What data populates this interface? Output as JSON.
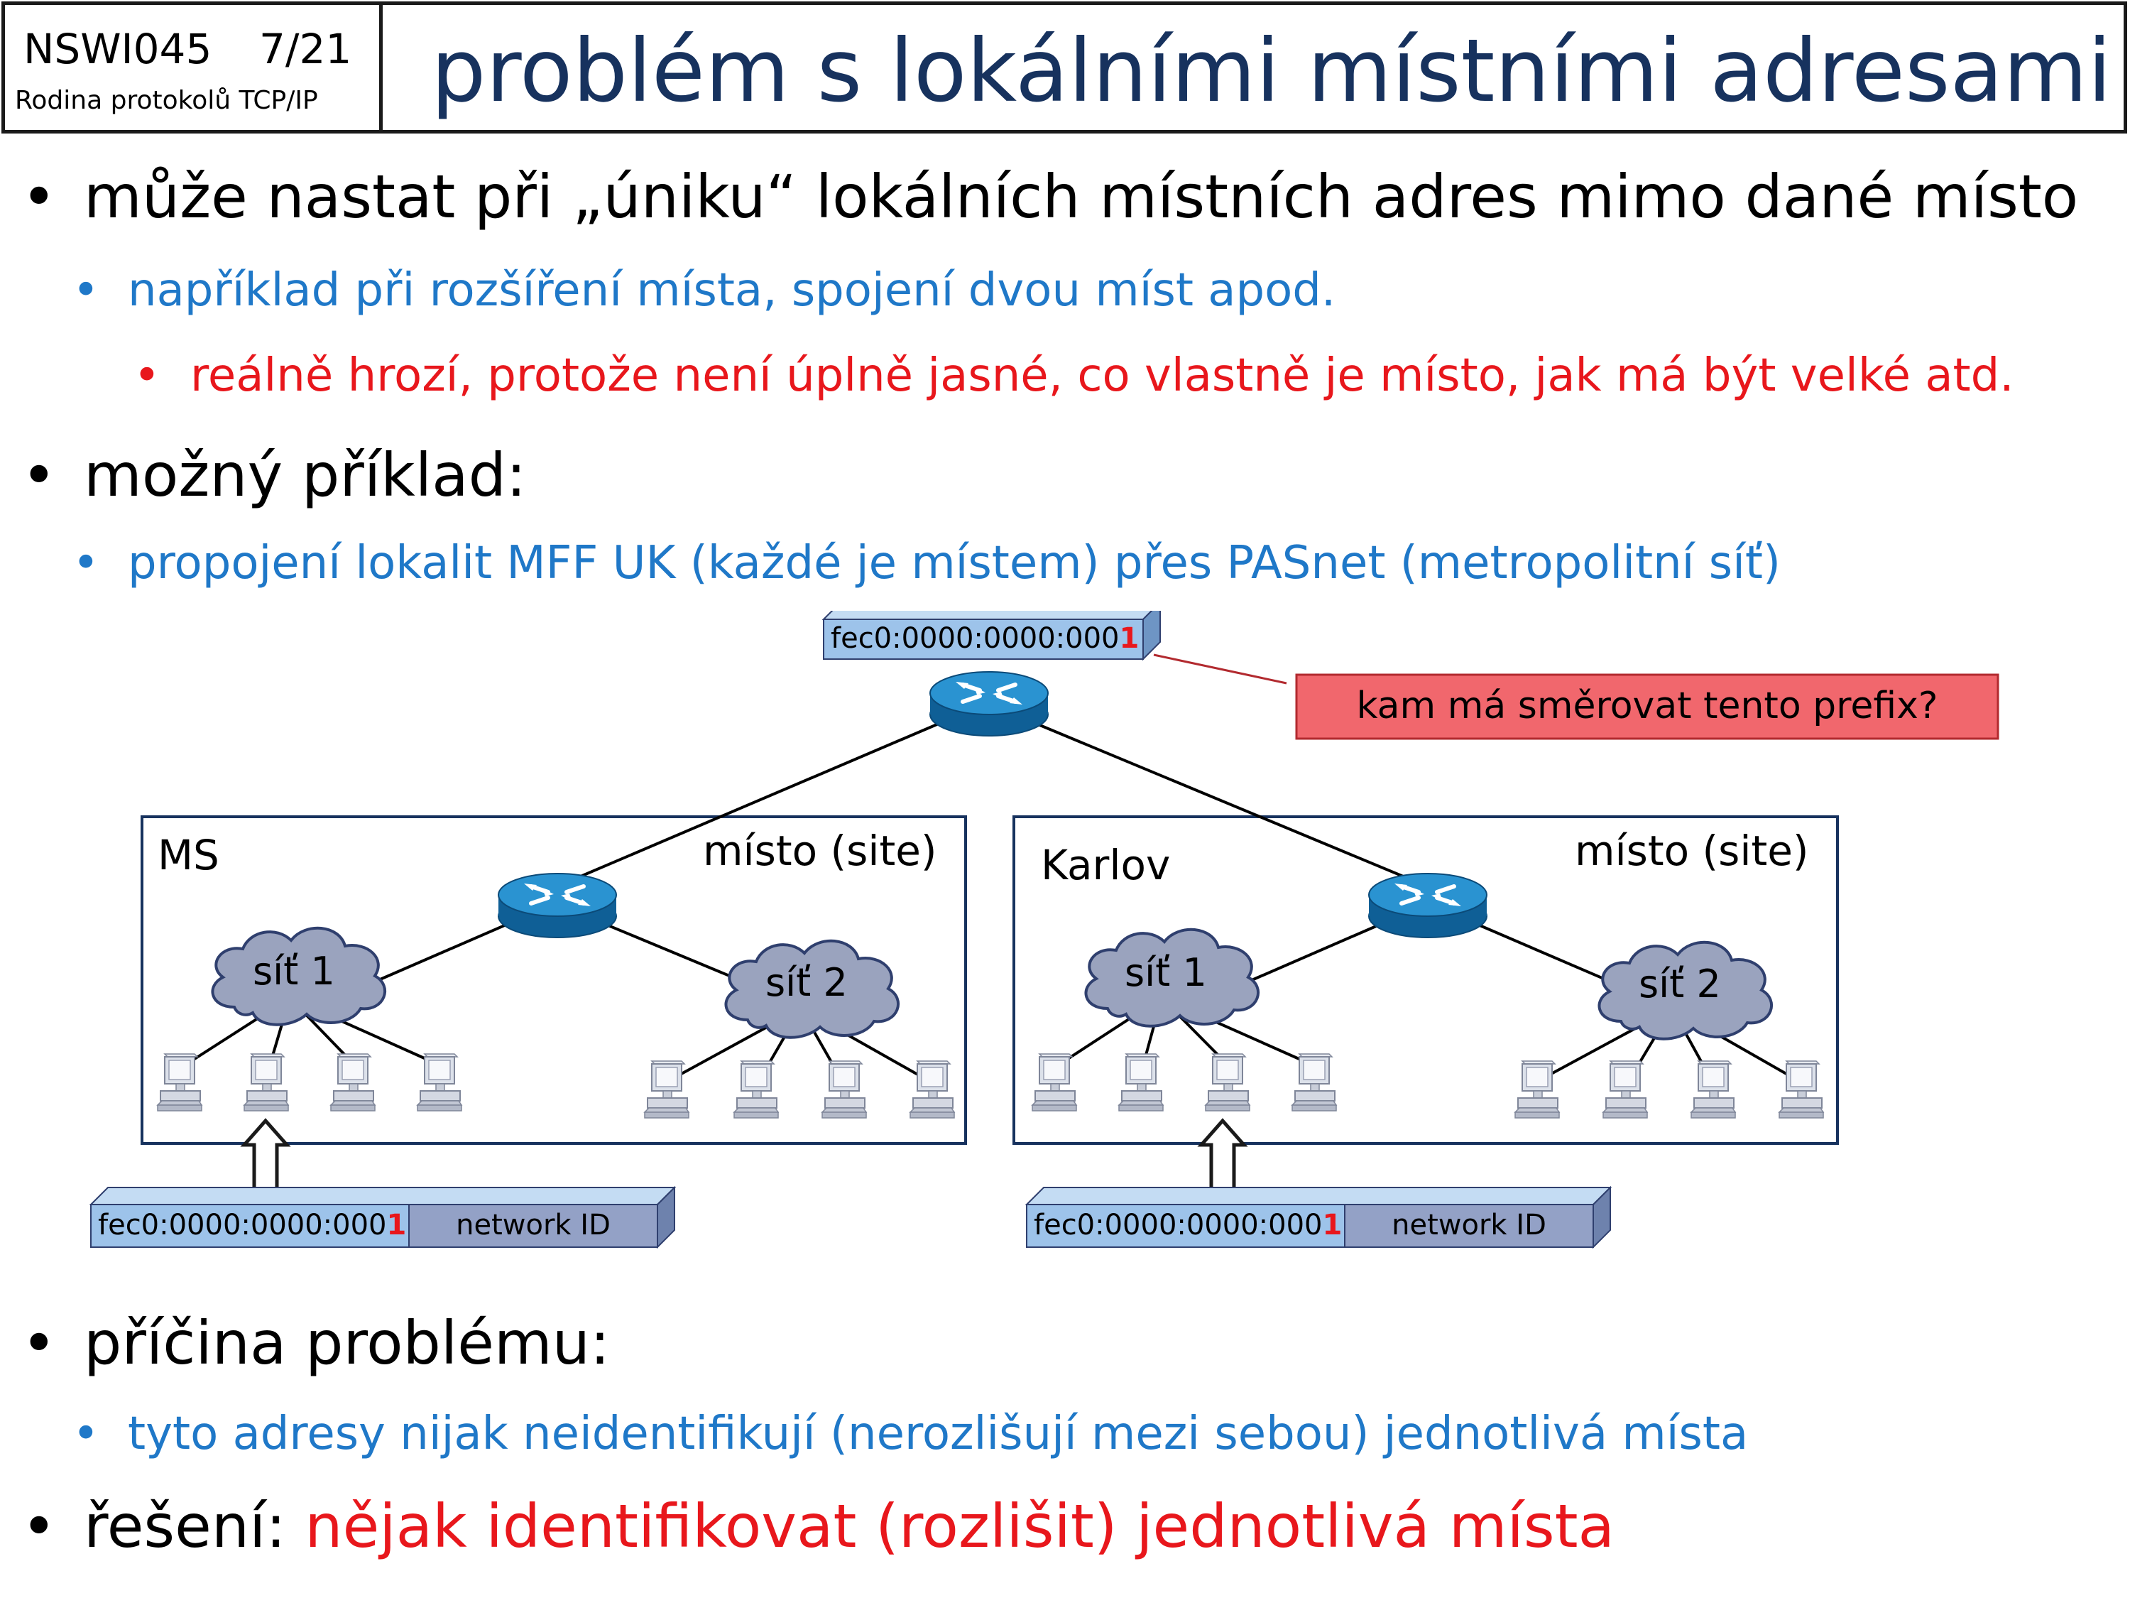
{
  "header": {
    "course_code": "NSWI045",
    "page": "7/21",
    "course_name": "Rodina protokolů TCP/IP",
    "title": "problém s lokálními místními adresami"
  },
  "bullets": {
    "b1": "může nastat při „úniku“ lokálních místních adres mimo dané místo",
    "b1_1": "například při rozšíření místa, spojení dvou míst apod.",
    "b1_1_1": "reálně hrozí, protože není úplně jasné, co vlastně je místo, jak má být velké atd.",
    "b2": "možný příklad:",
    "b2_1": "propojení lokalit MFF UK (každé je místem) přes PASnet (metropolitní síť)",
    "b3": "příčina problému:",
    "b3_1": "tyto adresy nijak neidentifikují (nerozlišují mezi sebou) jednotlivá místa",
    "b4_prefix": "řešení: ",
    "b4_highlight": "nějak identifikovat (rozlišit) jednotlivá místa"
  },
  "diagram": {
    "top_address_prefix": "fec0:0000:0000:000",
    "top_address_suffix": "1",
    "callout": "kam má směrovat tento prefix?",
    "site_left": {
      "name": "MS",
      "site_label": "místo (site)",
      "cloud1": "síť 1",
      "cloud2": "síť 2",
      "address_prefix": "fec0:0000:0000:000",
      "address_suffix": "1",
      "network_id": "network ID"
    },
    "site_right": {
      "name": "Karlov",
      "site_label": "místo (site)",
      "cloud1": "síť 1",
      "cloud2": "síť 2",
      "address_prefix": "fec0:0000:0000:000",
      "address_suffix": "1",
      "network_id": "network ID"
    }
  },
  "colors": {
    "title": "#17325e",
    "level2_text": "#1f78c8",
    "highlight_red": "#e8171c",
    "router_blue": "#1e83c3",
    "cloud_fill": "#9aa3be",
    "address_box": "#9dc3ea",
    "network_id_box": "#93a1c6",
    "callout_fill": "#f1676d"
  },
  "icons": [
    "router-icon",
    "cloud-icon",
    "computer-icon",
    "up-arrow-icon"
  ]
}
